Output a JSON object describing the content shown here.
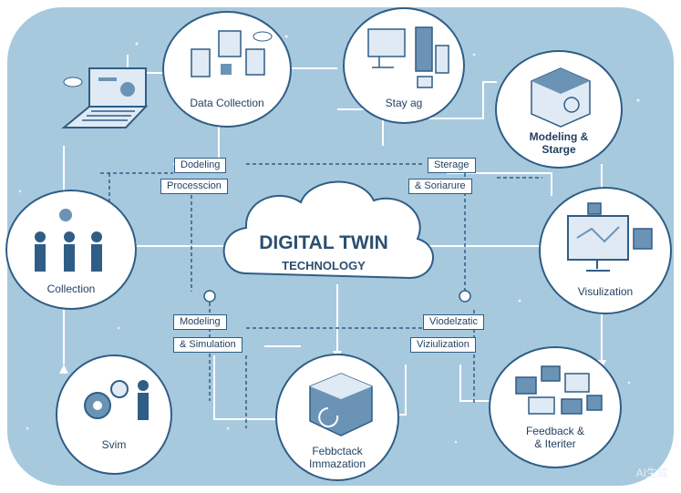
{
  "diagram": {
    "title": "DIGITAL TWIN",
    "subtitle": "TECHNOLOGY",
    "nodes": [
      {
        "key": "data-collection",
        "label": "Data Collection"
      },
      {
        "key": "stay-ag",
        "label": "Stay ag"
      },
      {
        "key": "modeling-storage",
        "label": "Modeling &\nStarge"
      },
      {
        "key": "collection",
        "label": "Collection"
      },
      {
        "key": "visualization",
        "label": "Visulization"
      },
      {
        "key": "svim",
        "label": "Svim"
      },
      {
        "key": "feedback-immazation",
        "label": "Febbctack\nImmazation"
      },
      {
        "key": "feedback-iteriter",
        "label": "Feedback &\n& Iteriter"
      }
    ],
    "tags": {
      "dodeling": "Dodeling",
      "procession": "Processcion",
      "storage": "Sterage",
      "software": "& Soriarure",
      "modeling": "Modeling",
      "simulation": "& Simulation",
      "viodelzatic": "Viodelzatic",
      "vizulization": "Viziulization"
    },
    "watermark": "AI生成"
  },
  "colors": {
    "background": "#a7c9de",
    "node_stroke": "#2f5d86",
    "line": "#ffffff",
    "dashed": "#2f5d86",
    "accent": "#6b93b6"
  },
  "icons": [
    "laptop-icon",
    "cloud-icon",
    "server-icon",
    "monitor-icon",
    "cube-icon",
    "people-icon",
    "gear-icon",
    "blocks-icon"
  ]
}
